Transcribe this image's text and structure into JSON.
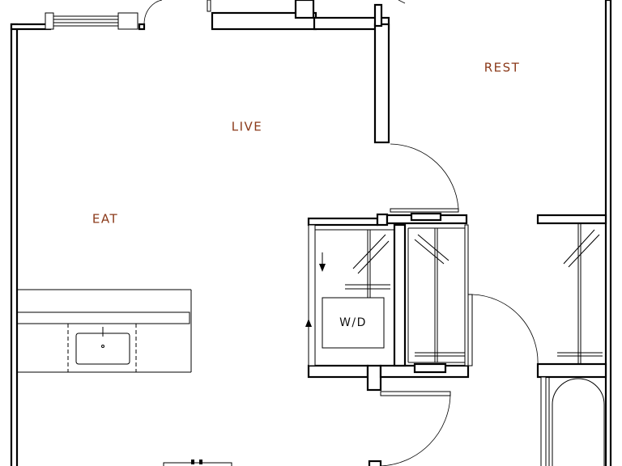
{
  "colors": {
    "room_label": "#8b3a1a",
    "wall": "#000000",
    "background": "#ffffff"
  },
  "rooms": {
    "live": "LIVE",
    "eat": "EAT",
    "rest": "REST",
    "laundry": "W/D"
  }
}
